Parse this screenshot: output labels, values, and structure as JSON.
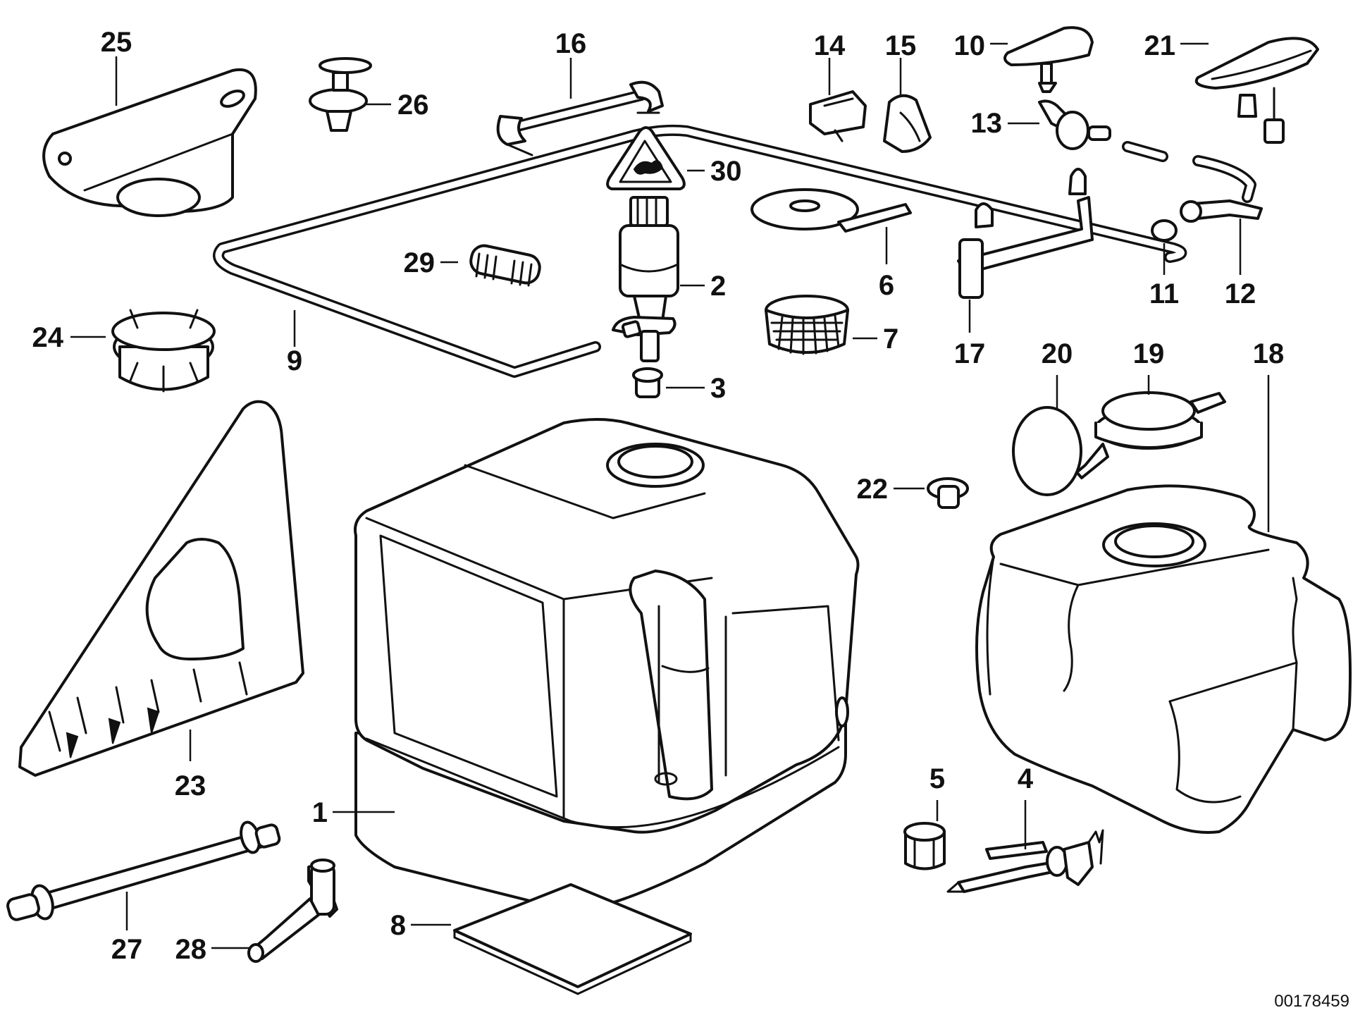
{
  "diagram": {
    "reference_number": "00178459",
    "parts": [
      {
        "id": "1",
        "name": "washer-fluid-tank"
      },
      {
        "id": "2",
        "name": "washer-pump"
      },
      {
        "id": "3",
        "name": "grommet"
      },
      {
        "id": "4",
        "name": "level-sensor"
      },
      {
        "id": "5",
        "name": "rubber-grommet"
      },
      {
        "id": "6",
        "name": "tank-strainer-plate"
      },
      {
        "id": "7",
        "name": "filter-strainer"
      },
      {
        "id": "8",
        "name": "pad"
      },
      {
        "id": "9",
        "name": "water-hose"
      },
      {
        "id": "10",
        "name": "spray-nozzle"
      },
      {
        "id": "11",
        "name": "hose-clamp"
      },
      {
        "id": "12",
        "name": "check-valve-connector"
      },
      {
        "id": "13",
        "name": "hose-connector"
      },
      {
        "id": "14",
        "name": "cable-clip"
      },
      {
        "id": "15",
        "name": "hose-clip"
      },
      {
        "id": "16",
        "name": "hose-holder"
      },
      {
        "id": "17",
        "name": "hose-bracket-clip"
      },
      {
        "id": "18",
        "name": "washer-tank-variant"
      },
      {
        "id": "19",
        "name": "filler-cap"
      },
      {
        "id": "20",
        "name": "seal-cap"
      },
      {
        "id": "21",
        "name": "heated-spray-nozzle"
      },
      {
        "id": "22",
        "name": "plug"
      },
      {
        "id": "23",
        "name": "tank-bracket"
      },
      {
        "id": "24",
        "name": "filler-neck-adapter"
      },
      {
        "id": "25",
        "name": "mounting-bracket"
      },
      {
        "id": "26",
        "name": "expanding-rivet"
      },
      {
        "id": "27",
        "name": "filler-pipe"
      },
      {
        "id": "28",
        "name": "elbow-connector"
      },
      {
        "id": "29",
        "name": "hose-connector-straight"
      },
      {
        "id": "30",
        "name": "warning-label"
      }
    ]
  }
}
